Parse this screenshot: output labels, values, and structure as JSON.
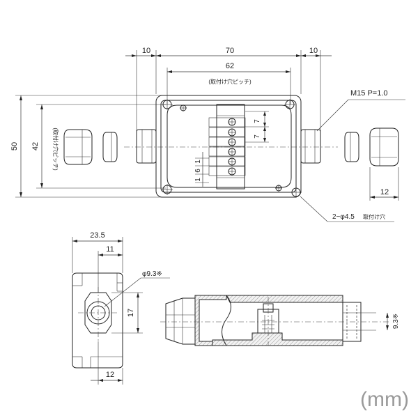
{
  "dimensions": {
    "d10_left": "10",
    "d70": "70",
    "d10_right": "10",
    "d62": "62",
    "pitch_note_top": "(取付け穴ピッチ)",
    "d50": "50",
    "d42": "42",
    "pitch_note_side": "(取付け穴ピッチ)",
    "d7a": "7",
    "d7b": "7",
    "d1a": "1",
    "d6": "6",
    "d1b": "1",
    "d12_right": "12",
    "d23_5": "23.5",
    "d11": "11",
    "d17": "17",
    "d12_bottom": "12"
  },
  "callouts": {
    "thread": "M15 P=1.0",
    "holes": "2−φ4.5",
    "holes_note": "取付け穴",
    "bore": "φ9.3※",
    "bore_side": "9.3※"
  },
  "unit": "(mm)",
  "colors": {
    "line": "#222222",
    "section_hatch": "#c8c8c8",
    "unit_text": "#9a9a9a"
  }
}
